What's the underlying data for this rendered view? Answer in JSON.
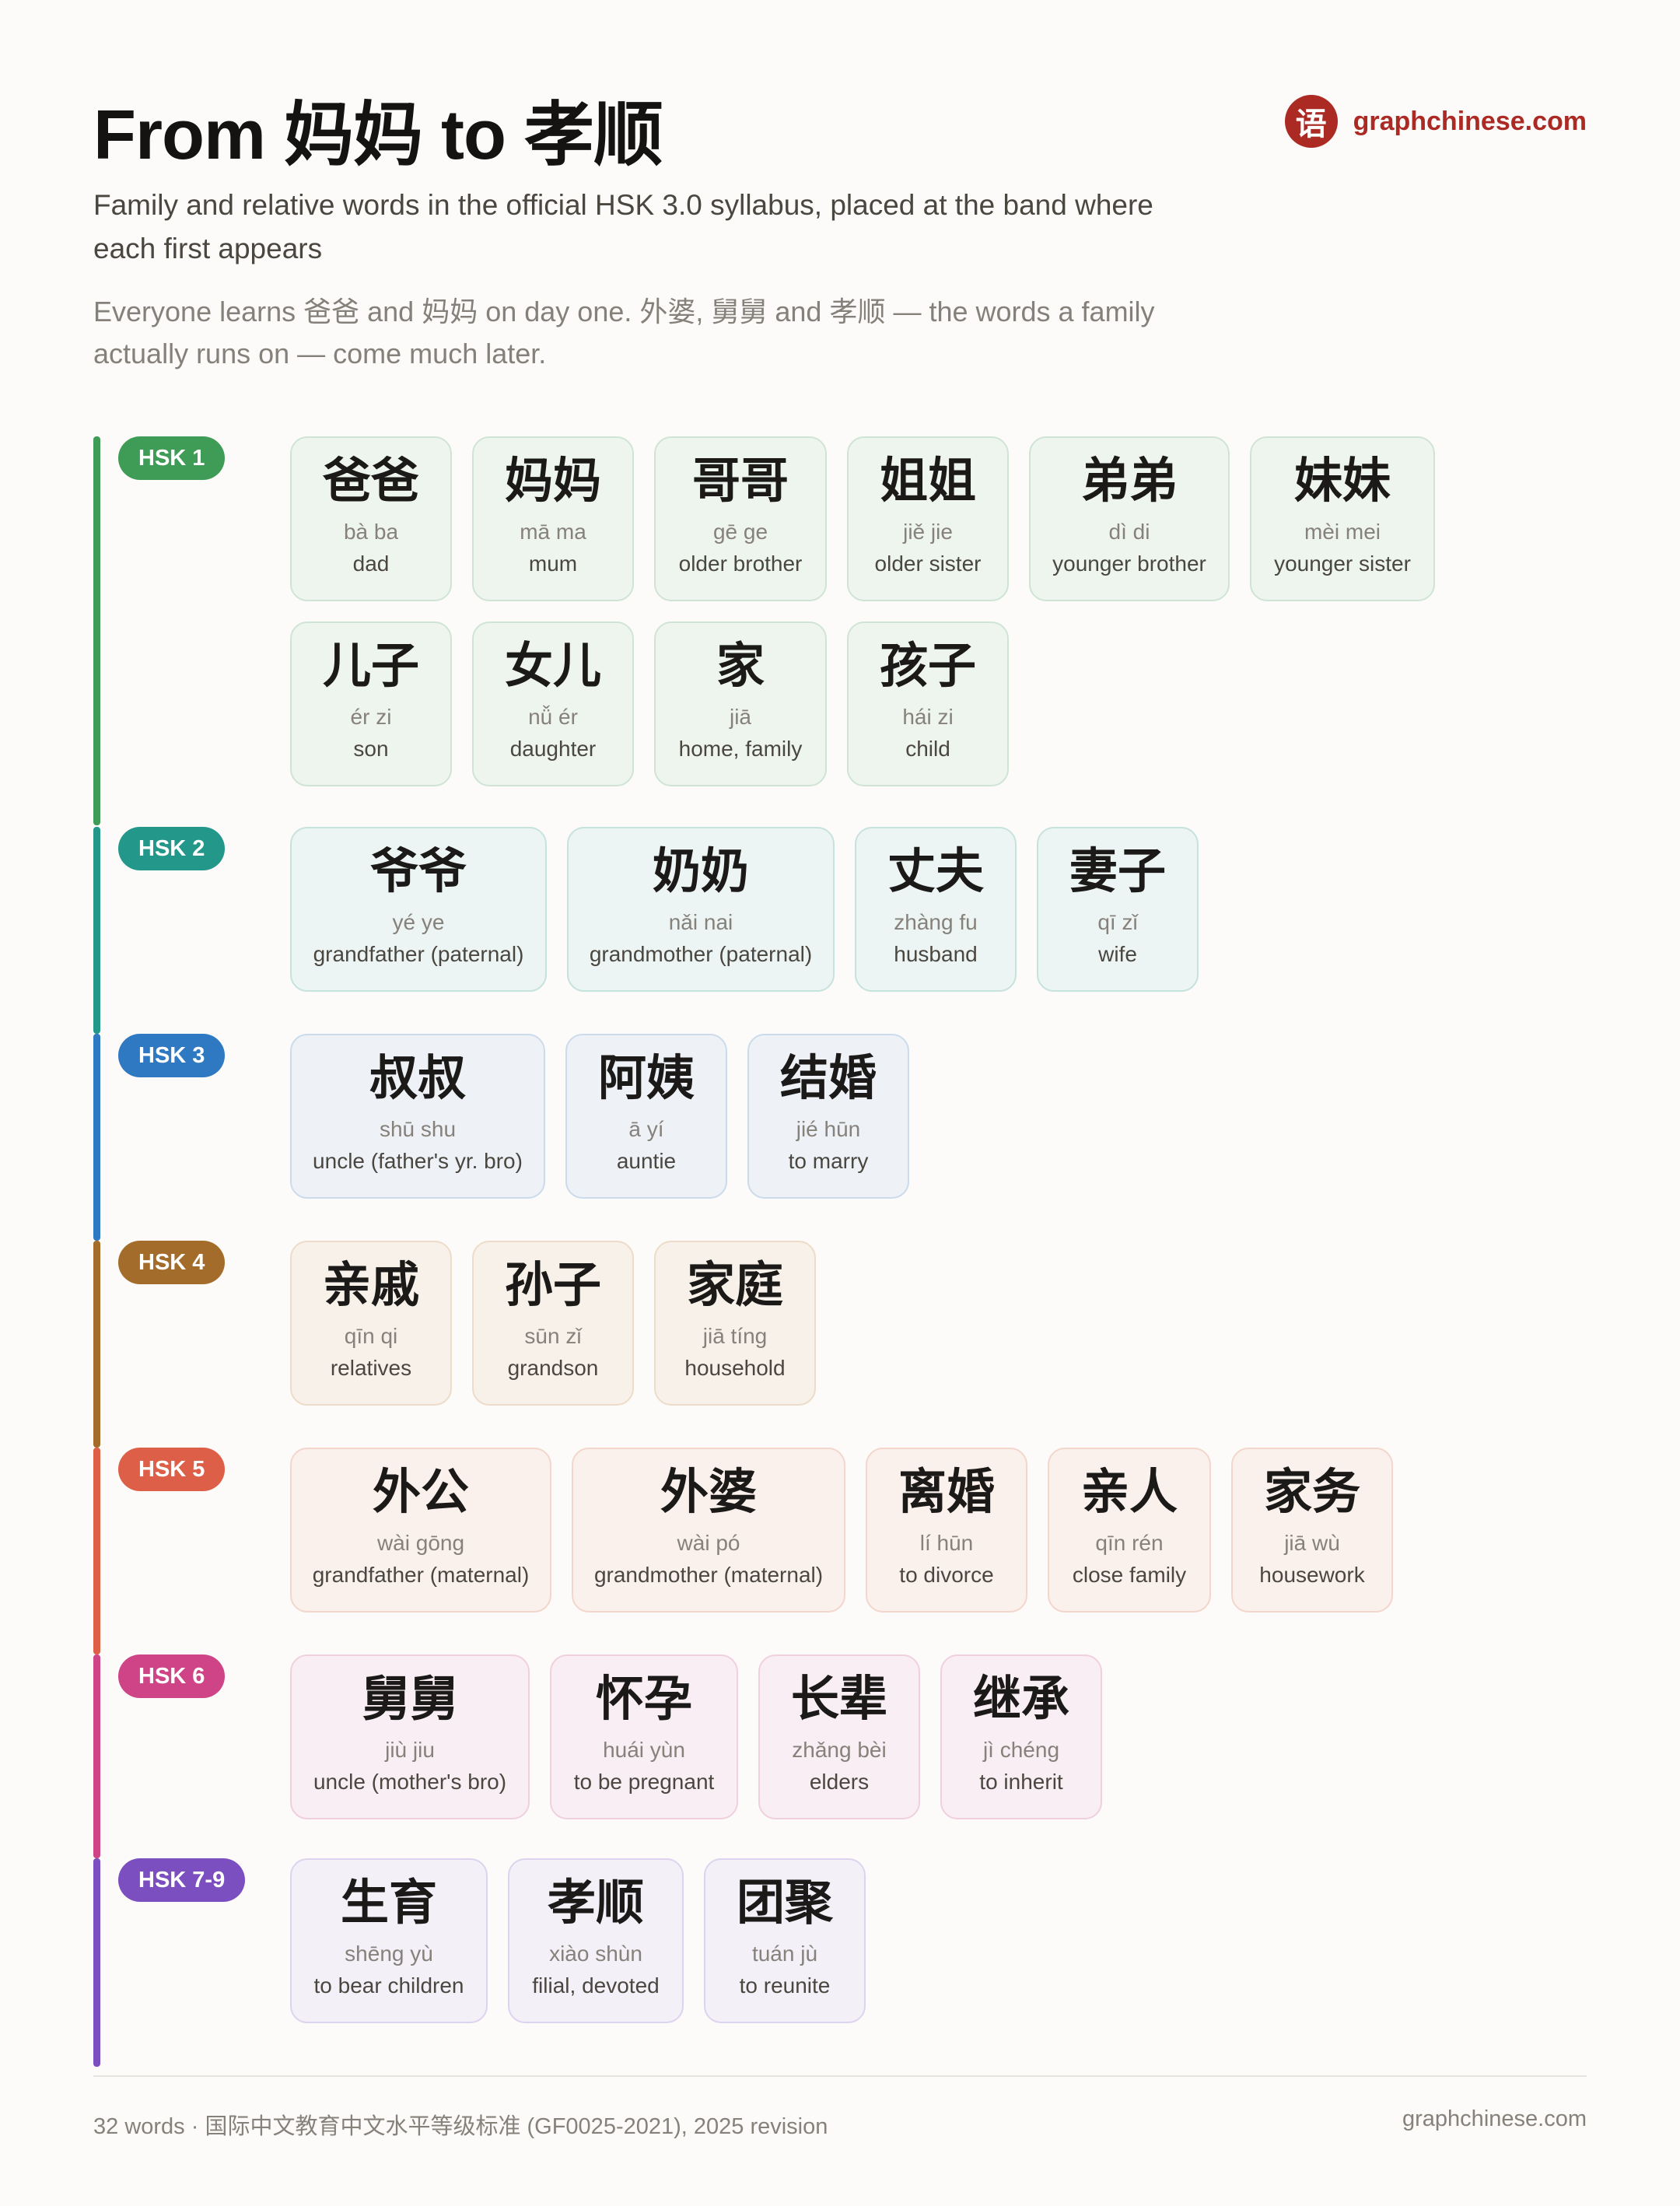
{
  "header": {
    "title": "From 妈妈 to 孝顺",
    "subtitle": "Family and relative words in the official HSK 3.0 syllabus, placed at the band where each first appears",
    "lede": "Everyone learns 爸爸 and 妈妈 on day one. 外婆, 舅舅 and 孝顺 — the words a family actually runs on — come much later.",
    "brand_icon_char": "语",
    "brand_name": "graphchinese.com"
  },
  "bands": [
    {
      "label": "HSK 1",
      "color": "#3f9c56",
      "card_bg": "#eef5ef",
      "card_border": "#cfe4d4",
      "words": [
        {
          "hanzi": "爸爸",
          "pinyin": "bà ba",
          "meaning": "dad"
        },
        {
          "hanzi": "妈妈",
          "pinyin": "mā ma",
          "meaning": "mum"
        },
        {
          "hanzi": "哥哥",
          "pinyin": "gē ge",
          "meaning": "older brother"
        },
        {
          "hanzi": "姐姐",
          "pinyin": "jiě jie",
          "meaning": "older sister"
        },
        {
          "hanzi": "弟弟",
          "pinyin": "dì di",
          "meaning": "younger brother"
        },
        {
          "hanzi": "妹妹",
          "pinyin": "mèi mei",
          "meaning": "younger sister"
        },
        {
          "hanzi": "儿子",
          "pinyin": "ér zi",
          "meaning": "son"
        },
        {
          "hanzi": "女儿",
          "pinyin": "nǚ ér",
          "meaning": "daughter"
        },
        {
          "hanzi": "家",
          "pinyin": "jiā",
          "meaning": "home, family"
        },
        {
          "hanzi": "孩子",
          "pinyin": "hái zi",
          "meaning": "child"
        }
      ]
    },
    {
      "label": "HSK 2",
      "color": "#22978a",
      "card_bg": "#ecf5f3",
      "card_border": "#c6e2dd",
      "words": [
        {
          "hanzi": "爷爷",
          "pinyin": "yé ye",
          "meaning": "grandfather (paternal)"
        },
        {
          "hanzi": "奶奶",
          "pinyin": "nǎi nai",
          "meaning": "grandmother (paternal)"
        },
        {
          "hanzi": "丈夫",
          "pinyin": "zhàng fu",
          "meaning": "husband"
        },
        {
          "hanzi": "妻子",
          "pinyin": "qī zǐ",
          "meaning": "wife"
        }
      ]
    },
    {
      "label": "HSK 3",
      "color": "#2f78c2",
      "card_bg": "#eef2f7",
      "card_border": "#cbdbec",
      "words": [
        {
          "hanzi": "叔叔",
          "pinyin": "shū shu",
          "meaning": "uncle (father's yr. bro)"
        },
        {
          "hanzi": "阿姨",
          "pinyin": "ā yí",
          "meaning": "auntie"
        },
        {
          "hanzi": "结婚",
          "pinyin": "jié hūn",
          "meaning": "to marry"
        }
      ]
    },
    {
      "label": "HSK 4",
      "color": "#a46c2a",
      "card_bg": "#f7f1ea",
      "card_border": "#ecdcc8",
      "words": [
        {
          "hanzi": "亲戚",
          "pinyin": "qīn qi",
          "meaning": "relatives"
        },
        {
          "hanzi": "孙子",
          "pinyin": "sūn zǐ",
          "meaning": "grandson"
        },
        {
          "hanzi": "家庭",
          "pinyin": "jiā tíng",
          "meaning": "household"
        }
      ]
    },
    {
      "label": "HSK 5",
      "color": "#de5f47",
      "card_bg": "#faf0ec",
      "card_border": "#f3d6cc",
      "words": [
        {
          "hanzi": "外公",
          "pinyin": "wài gōng",
          "meaning": "grandfather (maternal)"
        },
        {
          "hanzi": "外婆",
          "pinyin": "wài pó",
          "meaning": "grandmother (maternal)"
        },
        {
          "hanzi": "离婚",
          "pinyin": "lí hūn",
          "meaning": "to divorce"
        },
        {
          "hanzi": "亲人",
          "pinyin": "qīn rén",
          "meaning": "close family"
        },
        {
          "hanzi": "家务",
          "pinyin": "jiā wù",
          "meaning": "housework"
        }
      ]
    },
    {
      "label": "HSK 6",
      "color": "#cf4486",
      "card_bg": "#f9eef3",
      "card_border": "#f0d0de",
      "words": [
        {
          "hanzi": "舅舅",
          "pinyin": "jiù jiu",
          "meaning": "uncle (mother's bro)"
        },
        {
          "hanzi": "怀孕",
          "pinyin": "huái yùn",
          "meaning": "to be pregnant"
        },
        {
          "hanzi": "长辈",
          "pinyin": "zhǎng bèi",
          "meaning": "elders"
        },
        {
          "hanzi": "继承",
          "pinyin": "jì chéng",
          "meaning": "to inherit"
        }
      ]
    },
    {
      "label": "HSK 7-9",
      "color": "#7c4fc0",
      "card_bg": "#f3f0f8",
      "card_border": "#ddd3ee",
      "words": [
        {
          "hanzi": "生育",
          "pinyin": "shēng yù",
          "meaning": "to bear children"
        },
        {
          "hanzi": "孝顺",
          "pinyin": "xiào shùn",
          "meaning": "filial, devoted"
        },
        {
          "hanzi": "团聚",
          "pinyin": "tuán jù",
          "meaning": "to reunite"
        }
      ]
    }
  ],
  "footer": {
    "left": "32 words · 国际中文教育中文水平等级标准 (GF0025-2021), 2025 revision",
    "right": "graphchinese.com"
  }
}
